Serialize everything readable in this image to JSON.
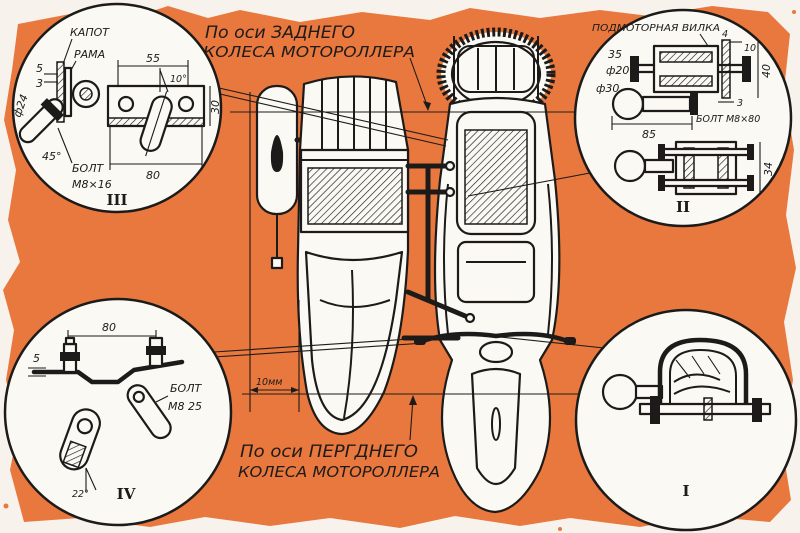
{
  "axis_labels": {
    "rear": {
      "line1": "По оси ЗАДНЕГО",
      "line2": "КОЛЕСА МОТОРОЛЛЕРА"
    },
    "front": {
      "line1": "По оси ПЕРГДНЕГО",
      "line2": "КОЛЕСА МОТОРОЛЛЕРА"
    }
  },
  "center": {
    "offset": "10мм"
  },
  "insets": {
    "iii": {
      "numeral": "III",
      "hood": "КАПОТ",
      "frame": "РАМА",
      "gap_5": "5",
      "gap_3": "3",
      "diameter": "ф24",
      "angle_45": "45°",
      "bolt": "БОЛТ",
      "bolt_size": "М8×16",
      "width_55": "55",
      "angle_10": "10°",
      "height_30": "30",
      "length_80": "80"
    },
    "ii": {
      "numeral": "II",
      "fork": "ПОДМОТОРНАЯ ВИЛКА",
      "dim_4": "4",
      "dim_10": "10",
      "dim_35": "35",
      "diameter_20": "ф20",
      "diameter_30": "ф30",
      "height_40": "40",
      "dim_3": "3",
      "length_85": "85",
      "bolt": "БОЛТ М8×80",
      "height_34": "34"
    },
    "iv": {
      "numeral": "IV",
      "length_80": "80",
      "dim_5": "5",
      "bolt": "БОЛТ",
      "bolt_size": "М8 25",
      "angle_22": "22°"
    },
    "i": {
      "numeral": "I"
    }
  },
  "colors": {
    "paper": "#fbf9f4",
    "splash": "#e9783e",
    "ink": "#1d1b19",
    "background": "#f7f3ec"
  }
}
